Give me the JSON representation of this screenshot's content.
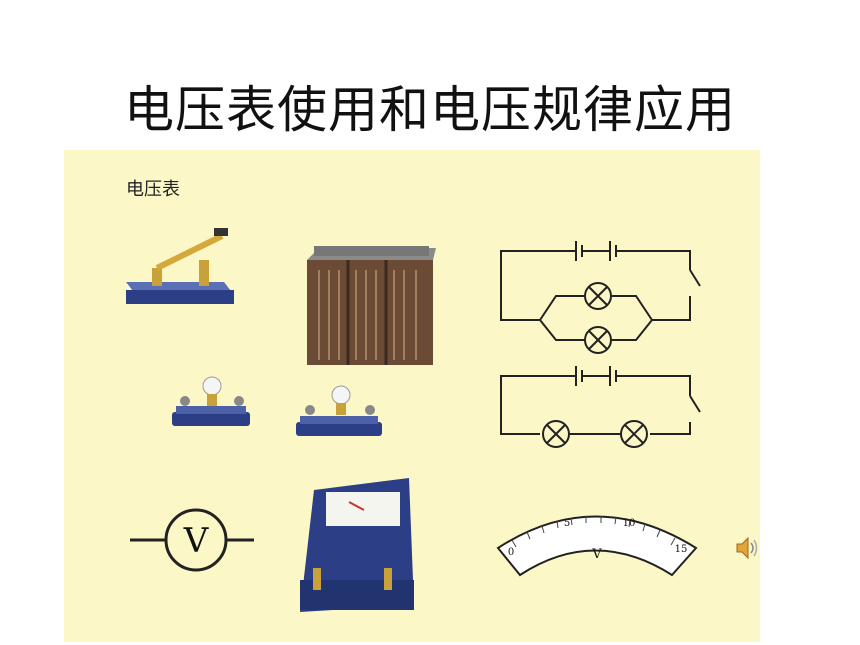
{
  "page": {
    "title": "电压表使用和电压规律应用"
  },
  "panel": {
    "label": "电压表",
    "voltmeter_symbol": "V",
    "dial_letter": "V",
    "dial_scale": [
      "0",
      "5",
      "10",
      "15"
    ]
  },
  "colors": {
    "panel_bg": "#fbf7c7",
    "device_blue": "#2c3f86",
    "wire": "#222222"
  }
}
